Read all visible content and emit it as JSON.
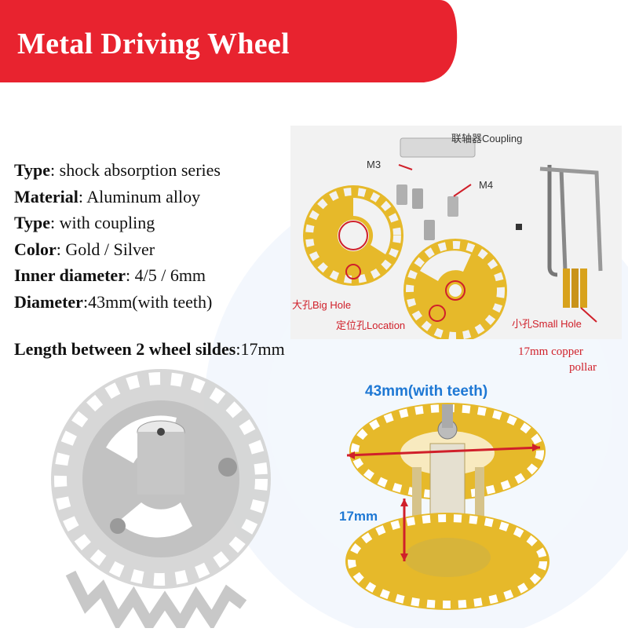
{
  "banner": {
    "title": "Metal Driving Wheel",
    "color": "#e8232f"
  },
  "specs": [
    {
      "key": "Type",
      "sep": ": ",
      "value": "shock absorption series"
    },
    {
      "key": "Material",
      "sep": ": ",
      "value": "Aluminum alloy"
    },
    {
      "key": "Type",
      "sep": ": ",
      "value": "with coupling"
    },
    {
      "key": "Color",
      "sep": ": ",
      "value": "Gold / Silver"
    },
    {
      "key": "Inner diameter",
      "sep": ": ",
      "value": "4/5 / 6mm"
    },
    {
      "key": "Diameter",
      "sep": ":",
      "value": "43mm(with teeth)"
    }
  ],
  "length": {
    "key": "Length between 2 wheel sildes",
    "sep": ":",
    "value": "17mm"
  },
  "parts_photo": {
    "coupling": "联轴器Coupling",
    "m3": "M3",
    "m4": "M4",
    "big_hole": "大孔Big Hole",
    "location": "定位孔Location",
    "small_hole": "小孔Small Hole",
    "copper_pillar_1": "17mm copper",
    "copper_pillar_2": "pollar"
  },
  "assembly_photo": {
    "diameter_label": "43mm(with teeth)",
    "height_label": "17mm"
  },
  "colors": {
    "gold": "#e6b92a",
    "silver": "#c8c8c8",
    "annotation_red": "#d0202a",
    "annotation_blue": "#1e78d4"
  }
}
